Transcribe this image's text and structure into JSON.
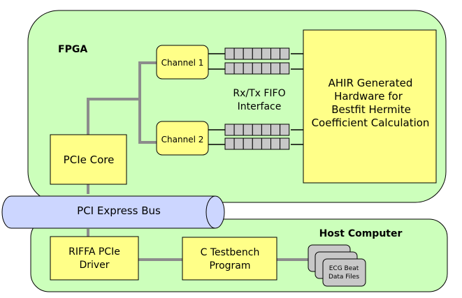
{
  "colors": {
    "region_fill": "#ccffbb",
    "block_fill": "#ffff88",
    "bus_fill": "#ccd6ff",
    "file_fill": "#c8c8c8",
    "wire": "#8c8c8c",
    "fifo_cell": "#c8c8c8"
  },
  "fpga": {
    "title": "FPGA",
    "channel1": "Channel 1",
    "channel2": "Channel 2",
    "fifo_label": [
      "Rx/Tx FIFO",
      "Interface"
    ],
    "pcie_core": "PCIe Core",
    "ahir_block": [
      "AHIR Generated",
      "Hardware for",
      "Bestfit Hermite",
      "Coefficient Calculation"
    ]
  },
  "bus": {
    "label": "PCI Express Bus"
  },
  "host": {
    "title": "Host Computer",
    "riffa_driver": [
      "RIFFA PCIe",
      "Driver"
    ],
    "testbench": [
      "C Testbench",
      "Program"
    ],
    "files_label": [
      "ECG Beat",
      "Data Files"
    ]
  }
}
